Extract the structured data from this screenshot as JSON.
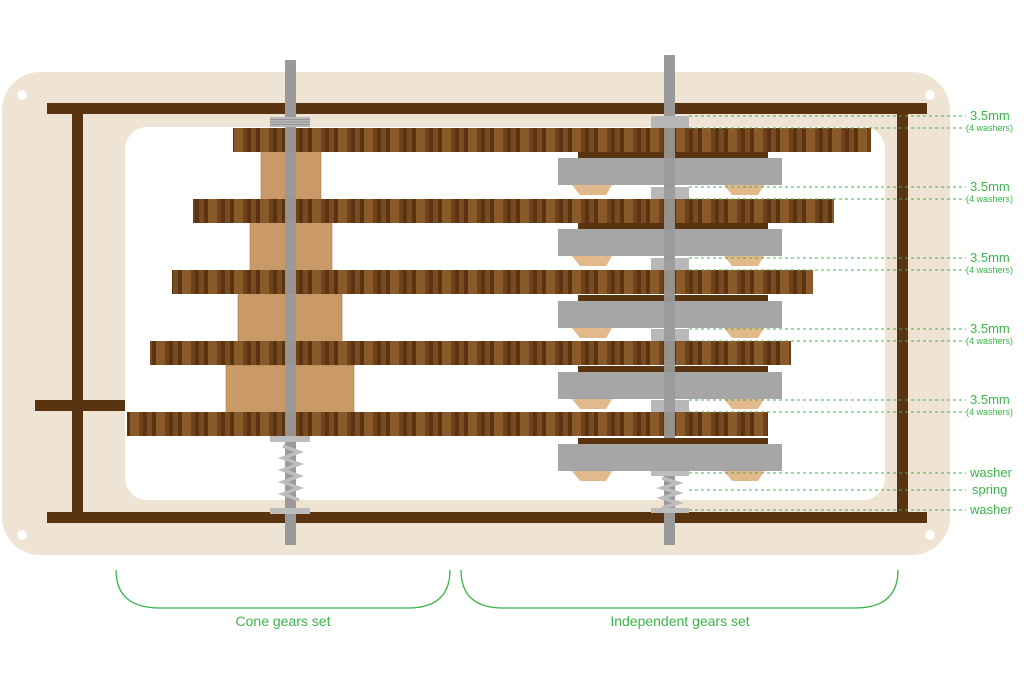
{
  "colors": {
    "board": "#efe3d4",
    "frame": "#5a3310",
    "gear_dark": "#5a3310",
    "gear_light": "#8b5a2b",
    "cone_wood": "#c99a68",
    "plate": "#a6a6a6",
    "rod": "#9a9a9a",
    "pad": "#e2b98a",
    "annotation": "#3bb54a"
  },
  "annotations": {
    "spacer_1": {
      "value": "3.5mm",
      "note": "(4 washers)"
    },
    "spacer_2": {
      "value": "3.5mm",
      "note": "(4 washers)"
    },
    "spacer_3": {
      "value": "3.5mm",
      "note": "(4 washers)"
    },
    "spacer_4": {
      "value": "3.5mm",
      "note": "(4 washers)"
    },
    "spacer_5": {
      "value": "3.5mm",
      "note": "(4 washers)"
    },
    "washer_top": "washer",
    "spring": "spring",
    "washer_bottom": "washer"
  },
  "groups": {
    "cone": "Cone gears set",
    "independent": "Independent gears set"
  }
}
